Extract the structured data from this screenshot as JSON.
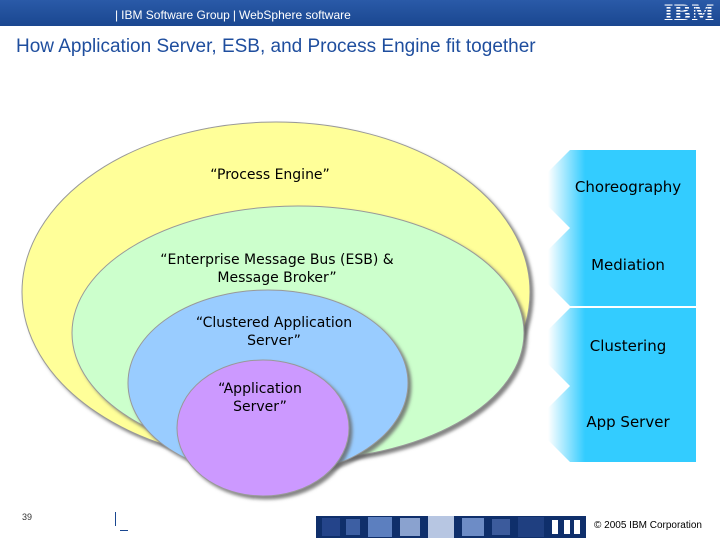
{
  "header": {
    "group": "IBM Software Group",
    "product": "WebSphere software",
    "logo": "IBM"
  },
  "title": "How Application Server, ESB, and Process Engine fit together",
  "layers": [
    {
      "label": "“Process Engine”",
      "color": "#ffff99"
    },
    {
      "label": "“Enterprise Message Bus (ESB) & Message Broker”",
      "color": "#ccffcc"
    },
    {
      "label": "“Clustered Application Server”",
      "color": "#99ccff"
    },
    {
      "label": "“Application Server”",
      "color": "#cc99ff"
    }
  ],
  "capabilities": [
    {
      "label": "Choreography"
    },
    {
      "label": "Mediation"
    },
    {
      "label": "Clustering"
    },
    {
      "label": "App Server"
    }
  ],
  "capability_color": "#33ccff",
  "footer": {
    "page_number": "39",
    "copyright": "© 2005 IBM Corporation"
  }
}
